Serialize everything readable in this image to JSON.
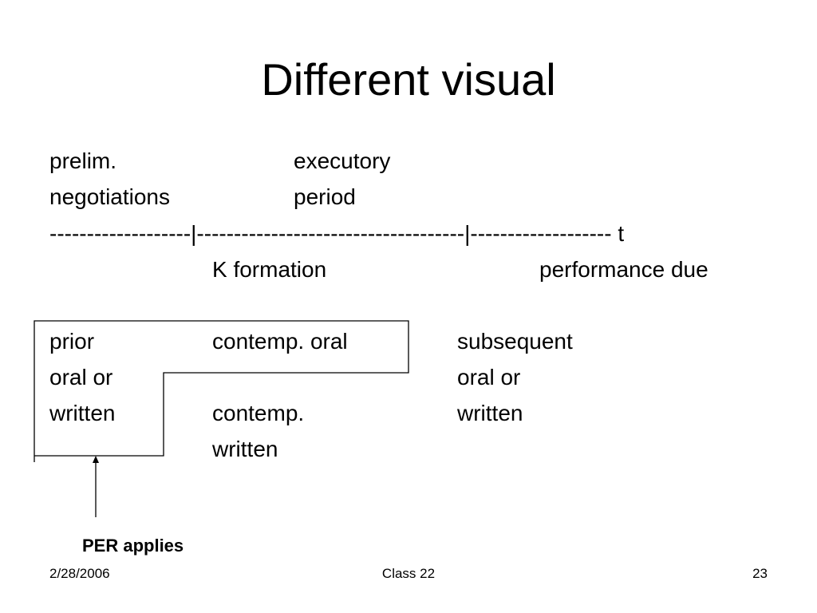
{
  "slide": {
    "title": "Different visual",
    "header_row1": {
      "col1": "prelim.",
      "col2": "executory"
    },
    "header_row2": {
      "col1": "negotiations",
      "col2": "period"
    },
    "timeline": "-------------------|------------------------------------|------------------- t",
    "milestones": {
      "formation": "K formation",
      "due": "performance due"
    },
    "columns": {
      "prior": {
        "line1": "prior",
        "line2": "oral or",
        "line3": "written"
      },
      "contemp": {
        "line1": "contemp. oral",
        "line2": "contemp.",
        "line3": "written"
      },
      "subsequent": {
        "line1": "subsequent",
        "line2": "oral or",
        "line3": "written"
      }
    },
    "callout": "PER applies",
    "footer": {
      "date": "2/28/2006",
      "class": "Class 22",
      "page": "23"
    }
  }
}
